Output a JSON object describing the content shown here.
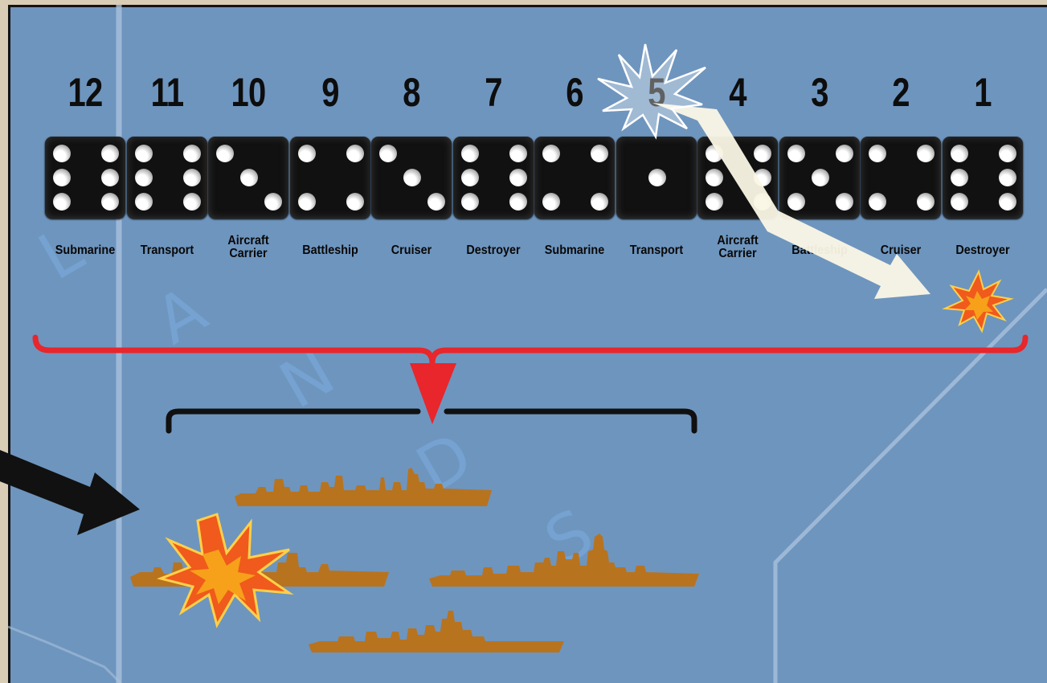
{
  "columns": [
    {
      "number": "12",
      "die": 6,
      "ship": "Submarine"
    },
    {
      "number": "11",
      "die": 6,
      "ship": "Transport"
    },
    {
      "number": "10",
      "die": 3,
      "ship": "Aircraft Carrier",
      "ship_line1": "Aircraft",
      "ship_line2": "Carrier"
    },
    {
      "number": "9",
      "die": 4,
      "ship": "Battleship"
    },
    {
      "number": "8",
      "die": 3,
      "ship": "Cruiser"
    },
    {
      "number": "7",
      "die": 6,
      "ship": "Destroyer"
    },
    {
      "number": "6",
      "die": 4,
      "ship": "Submarine"
    },
    {
      "number": "5",
      "die": 1,
      "ship": "Transport"
    },
    {
      "number": "4",
      "die": 6,
      "ship": "Aircraft Carrier",
      "ship_line1": "Aircraft",
      "ship_line2": "Carrier"
    },
    {
      "number": "3",
      "die": 5,
      "ship": "Battleship"
    },
    {
      "number": "2",
      "die": 4,
      "ship": "Cruiser"
    },
    {
      "number": "1",
      "die": 6,
      "ship": "Destroyer"
    }
  ],
  "map_letters": [
    "L",
    "A",
    "N",
    "D",
    "S"
  ],
  "colors": {
    "sea": "#6e95be",
    "bracket_red": "#e8262b",
    "bracket_black": "#111111",
    "ship": "#b8731f",
    "explosion_outer": "#f05a1c",
    "explosion_inner": "#f7a11a",
    "highlight_arrow": "#fbf7e6"
  },
  "icons": {
    "rolled_die_marker": "starburst-icon",
    "hit_marker": "explosion-icon",
    "pointer": "black-arrow-icon"
  }
}
